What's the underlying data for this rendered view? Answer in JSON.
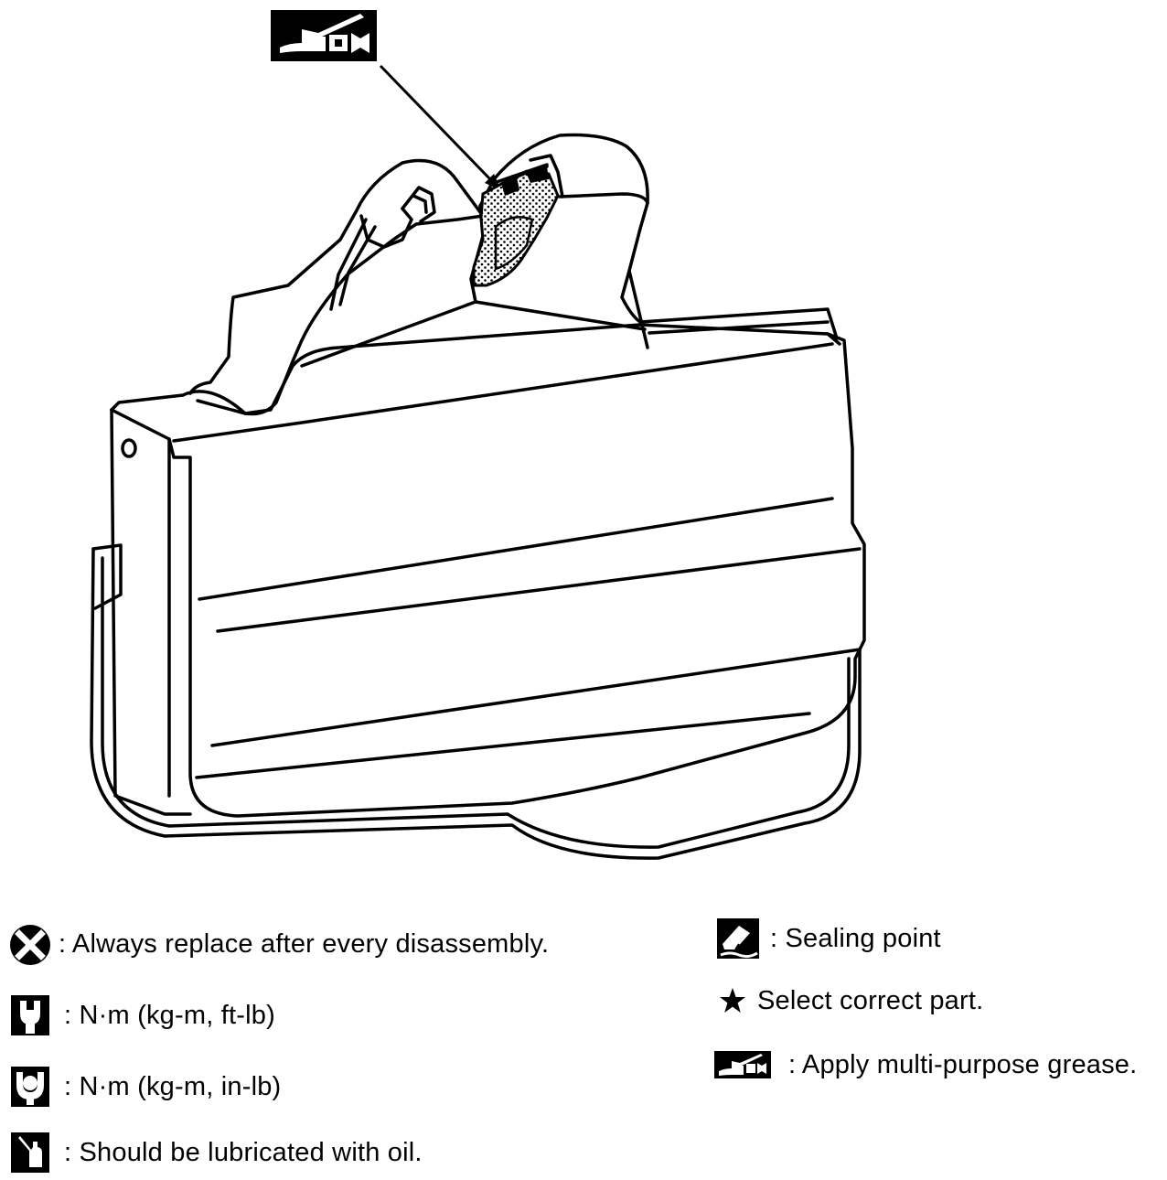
{
  "diagram": {
    "callout": {
      "icon": "grease-gun-icon"
    },
    "part": {
      "icon": "door-lock-assembly-illustration"
    }
  },
  "legend": {
    "left": [
      {
        "icon": "always-replace-icon",
        "text": ": Always replace after every disassembly."
      },
      {
        "icon": "torque-ft-lb-icon",
        "text": ": N·m (kg-m, ft-lb)"
      },
      {
        "icon": "torque-in-lb-icon",
        "text": ": N·m (kg-m, in-lb)"
      },
      {
        "icon": "oil-can-icon",
        "text": ": Should be lubricated with oil."
      }
    ],
    "right": [
      {
        "icon": "sealing-point-icon",
        "text": ": Sealing point"
      },
      {
        "icon": "star-icon",
        "text": "Select correct part."
      },
      {
        "icon": "grease-gun-icon",
        "text": ": Apply multi-purpose grease."
      }
    ]
  },
  "colors": {
    "ink": "#000000",
    "paper": "#ffffff"
  }
}
